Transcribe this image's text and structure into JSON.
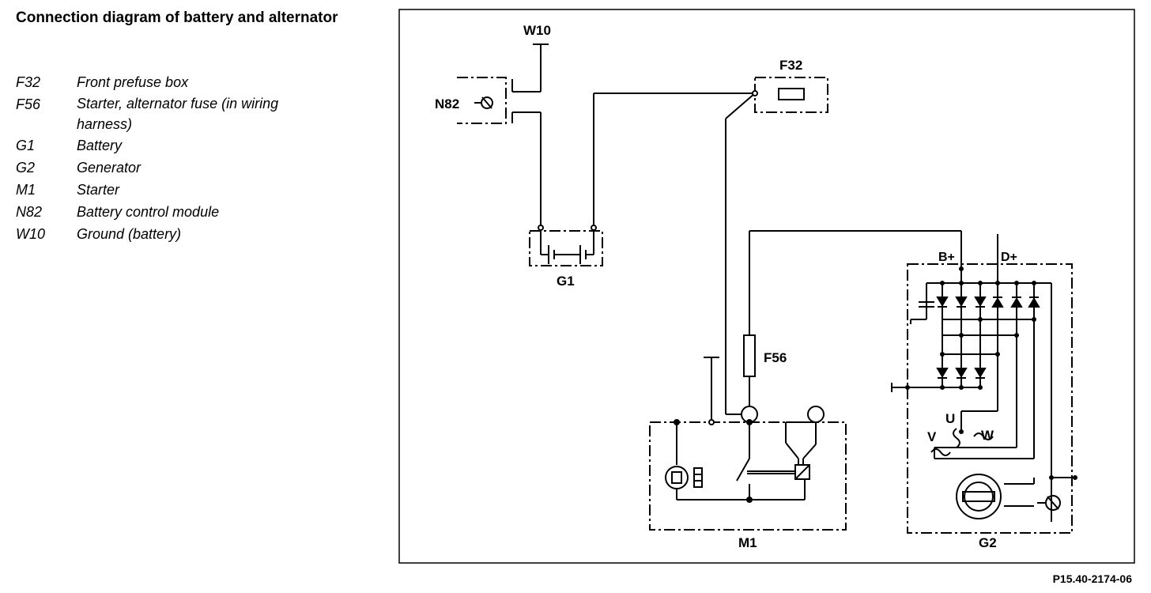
{
  "title": "Connection diagram of battery and alternator",
  "legend": [
    {
      "code": "F32",
      "text": "Front prefuse box"
    },
    {
      "code": "F56",
      "text": "Starter, alternator fuse (in wiring harness)"
    },
    {
      "code": "G1",
      "text": "Battery"
    },
    {
      "code": "G2",
      "text": "Generator"
    },
    {
      "code": "M1",
      "text": "Starter"
    },
    {
      "code": "N82",
      "text": "Battery control module"
    },
    {
      "code": "W10",
      "text": "Ground (battery)"
    }
  ],
  "diagram": {
    "labels": {
      "w10": "W10",
      "n82": "N82",
      "f32": "F32",
      "g1": "G1",
      "f56": "F56",
      "m1": "M1",
      "g2": "G2",
      "b_plus": "B+",
      "d_plus": "D+",
      "u": "U",
      "v": "V",
      "w": "W"
    },
    "reference": "P15.40-2174-06"
  }
}
